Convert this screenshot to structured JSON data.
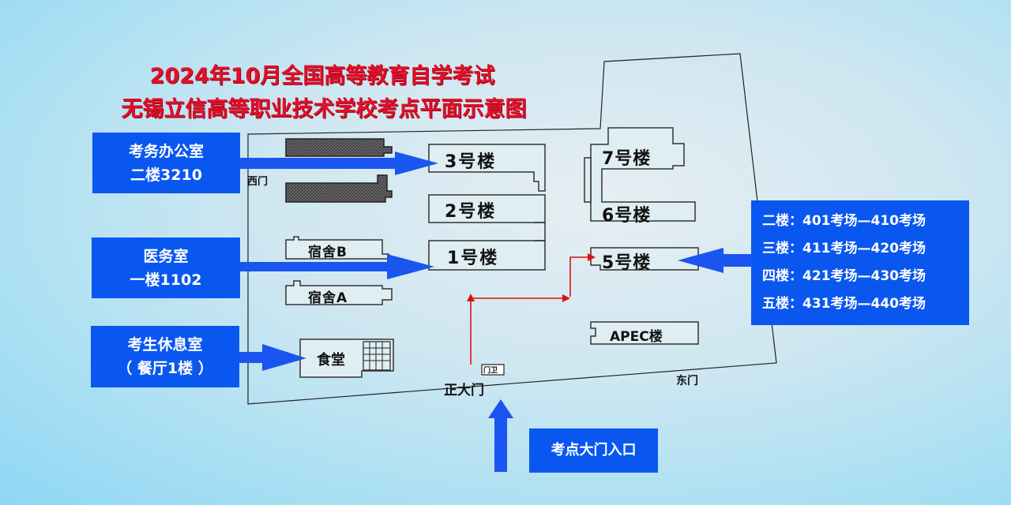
{
  "title": {
    "line1": "2024年10月全国高等教育自学考试",
    "line2": "无锡立信高等职业技术学校考点平面示意图"
  },
  "offices": {
    "exam_office": [
      "考务办公室",
      "二楼3210"
    ],
    "medical": [
      "医务室",
      "一楼1102"
    ],
    "rest": [
      "考生休息室",
      "（ 餐厅1楼 ）"
    ]
  },
  "buildings": {
    "b3": "3号楼",
    "b2": "2号楼",
    "b1": "1号楼",
    "b7": "7号楼",
    "b6": "6号楼",
    "b5": "5号楼",
    "apec": "APEC楼",
    "dormB": "宿舍B",
    "dormA": "宿舍A",
    "canteen": "食堂"
  },
  "gates": {
    "west": "西门",
    "east": "东门",
    "main": "正大门",
    "guard": "门卫"
  },
  "entrance_label": "考点大门入口",
  "rooms_legend": [
    "二楼：401考场—410考场",
    "三楼：411考场—420考场",
    "四楼：421考场—430考场",
    "五楼：431考场—440考场"
  ],
  "colors": {
    "box_blue": "#0a57f0",
    "arrow_blue": "#1a55f0",
    "title_red": "#e0102a",
    "route_red": "#e01010"
  }
}
